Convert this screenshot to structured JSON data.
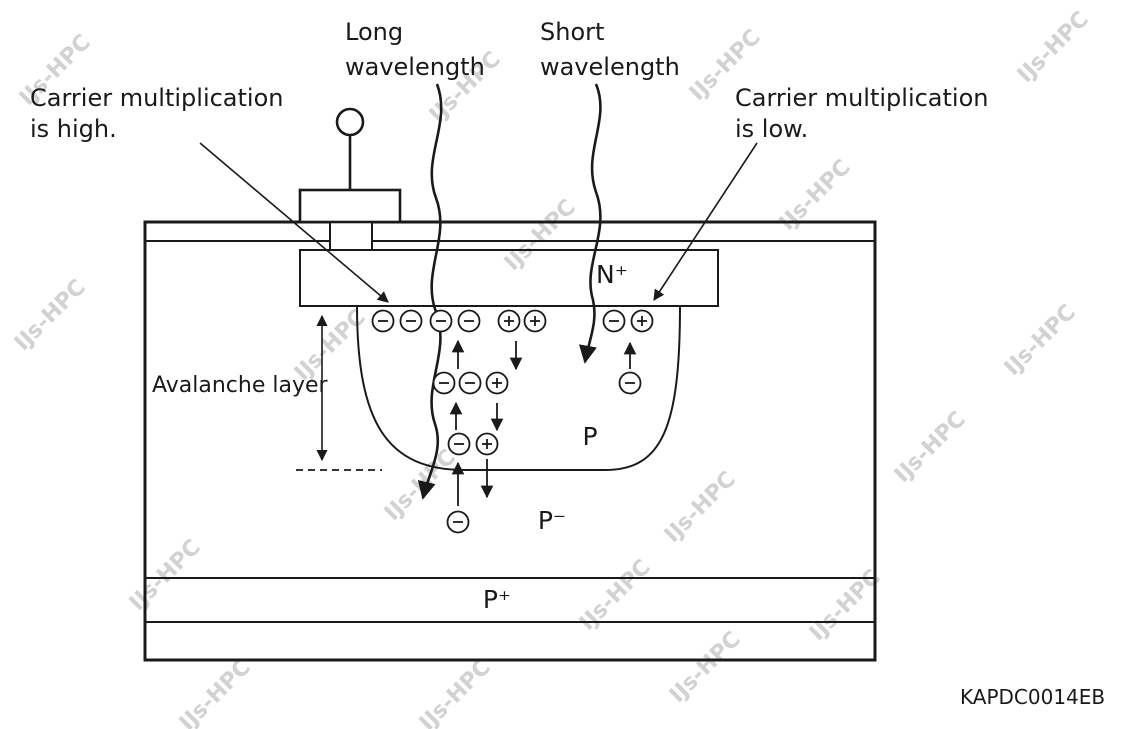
{
  "figure": {
    "code": "KAPDC0014EB"
  },
  "annotations": {
    "long_wavelength_line1": "Long",
    "long_wavelength_line2": "wavelength",
    "short_wavelength_line1": "Short",
    "short_wavelength_line2": "wavelength",
    "carrier_high_line1": "Carrier multiplication",
    "carrier_high_line2": "is high.",
    "carrier_low_line1": "Carrier multiplication",
    "carrier_low_line2": "is low.",
    "avalanche_layer_label": "Avalanche layer"
  },
  "regions": {
    "n_plus": "N⁺",
    "p": "P",
    "p_minus": "P⁻",
    "p_plus": "P⁺"
  },
  "icons": {
    "electron_icon": "⊖",
    "hole_icon": "⊕",
    "terminal_icon": "circle-on-stem"
  },
  "carriers": {
    "electron_count": 10,
    "hole_count": 5
  },
  "watermark": {
    "text": "IJs-HPC"
  },
  "colors": {
    "ink": "#1a1a1a",
    "background": "#ffffff",
    "watermark": "#d2d2d2"
  }
}
